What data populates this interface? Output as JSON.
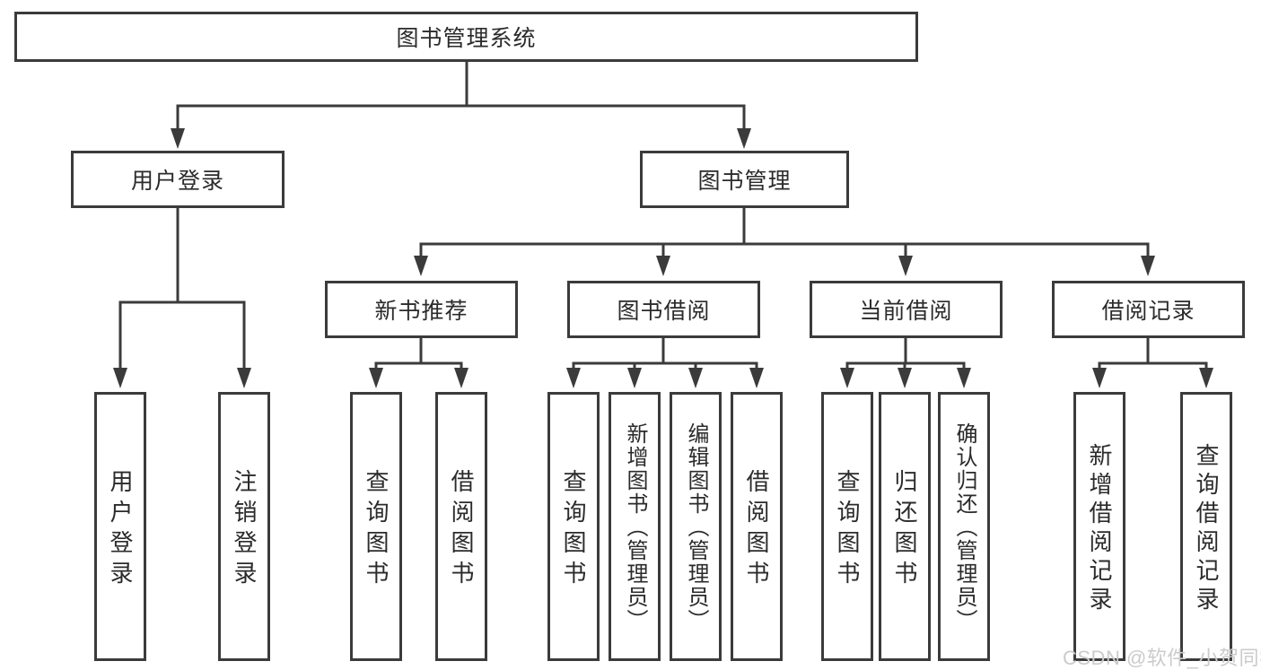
{
  "colors": {
    "line": "#3b3b3b",
    "box_background": "#ffffff",
    "text": "#2b2b2b",
    "watermark": "#cbcbcb"
  },
  "watermark": {
    "text": "CSDN @软件_小贺同学"
  },
  "tree": {
    "root": {
      "label": "图书管理系统"
    },
    "branches": [
      {
        "label": "用户登录",
        "children": [
          {
            "label": "用户登录"
          },
          {
            "label": "注销登录"
          }
        ]
      },
      {
        "label": "图书管理",
        "children": [
          {
            "label": "新书推荐",
            "children": [
              {
                "label": "查询图书"
              },
              {
                "label": "借阅图书"
              }
            ]
          },
          {
            "label": "图书借阅",
            "children": [
              {
                "label": "查询图书"
              },
              {
                "label": "新增图书（管理员）"
              },
              {
                "label": "编辑图书（管理员）"
              },
              {
                "label": "借阅图书"
              }
            ]
          },
          {
            "label": "当前借阅",
            "children": [
              {
                "label": "查询图书"
              },
              {
                "label": "归还图书"
              },
              {
                "label": "确认归还（管理员）"
              }
            ]
          },
          {
            "label": "借阅记录",
            "children": [
              {
                "label": "新增借阅记录"
              },
              {
                "label": "查询借阅记录"
              }
            ]
          }
        ]
      }
    ]
  }
}
